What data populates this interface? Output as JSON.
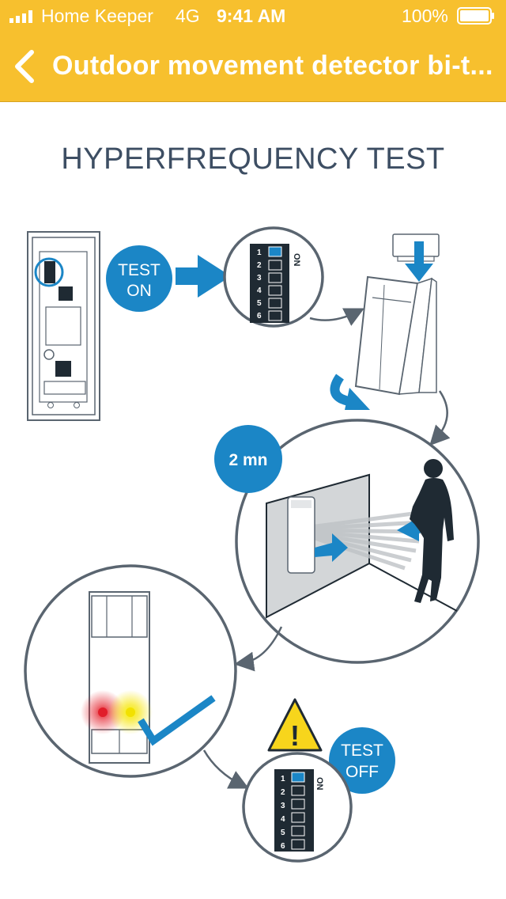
{
  "status_bar": {
    "carrier": "Home Keeper",
    "network": "4G",
    "time": "9:41 AM",
    "battery": "100%"
  },
  "nav": {
    "title": "Outdoor movement detector bi-t..."
  },
  "content": {
    "heading": "HYPERFREQUENCY TEST",
    "step1": {
      "badge_line1": "TEST",
      "badge_line2": "ON"
    },
    "switch_on_label": "ON",
    "switch_numbers": [
      "1",
      "2",
      "3",
      "4",
      "5",
      "6"
    ],
    "timer_label": "2 mn",
    "step_final": {
      "badge_line1": "TEST",
      "badge_line2": "OFF"
    },
    "warning_mark": "!"
  },
  "colors": {
    "header_bg": "#f7c02e",
    "accent_blue": "#1b86c6",
    "outline_gray": "#5a6570",
    "heading_text": "#3d4e63",
    "warning_yellow": "#f7d51c"
  }
}
